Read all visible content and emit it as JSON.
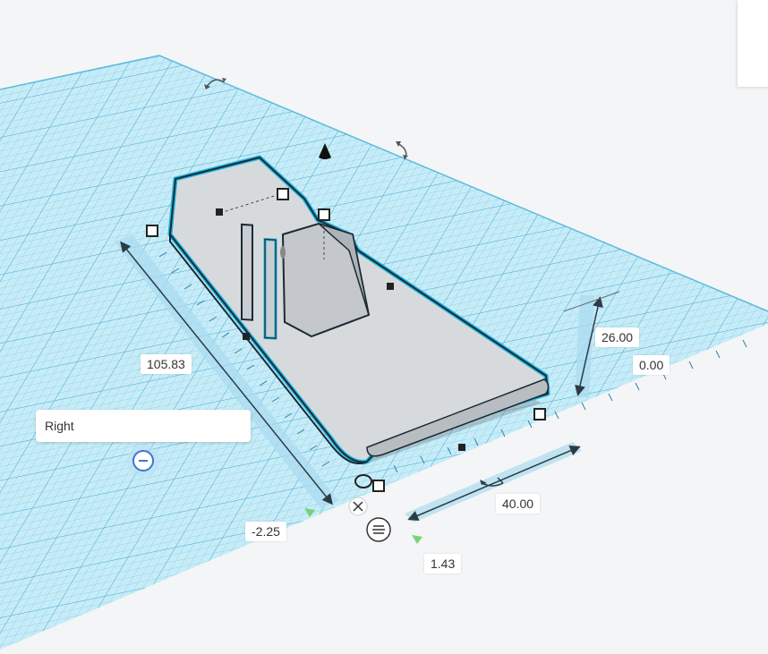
{
  "view": {
    "hint_label": "Right",
    "dimensions": {
      "length": "105.83",
      "height": "26.00",
      "elevation": "0.00",
      "width": "40.00",
      "offset_x": "-2.25",
      "offset_y": "1.43"
    }
  },
  "colors": {
    "grid": "#8fd3ea",
    "grid_fill": "#c7ecf7",
    "selection": "#1fb5e0",
    "shape_fill": "#d7dadd",
    "shape_dark": "#8c9197"
  },
  "icons": {
    "rotate_handles": "rotate-arrow-icon",
    "lift_handle": "cone-icon",
    "scale_handles": "square-handle-icon",
    "remove": "close-icon",
    "menu": "menu-circle-icon",
    "zoom_out": "minus-circle-icon"
  }
}
